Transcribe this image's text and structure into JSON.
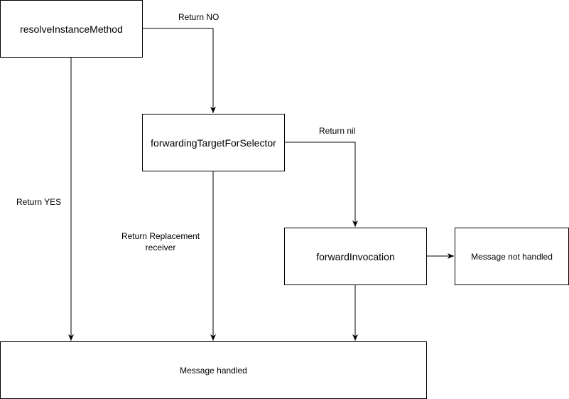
{
  "nodes": {
    "resolve_instance_method": "resolveInstanceMethod",
    "forwarding_target_for_selector": "forwardingTargetForSelector",
    "forward_invocation": "forwardInvocation",
    "message_not_handled": "Message not handled",
    "message_handled": "Message handled"
  },
  "edges": {
    "return_no": "Return NO",
    "return_nil": "Return nil",
    "return_yes": "Return YES",
    "return_replacement_receiver": "Return Replacement receiver"
  }
}
